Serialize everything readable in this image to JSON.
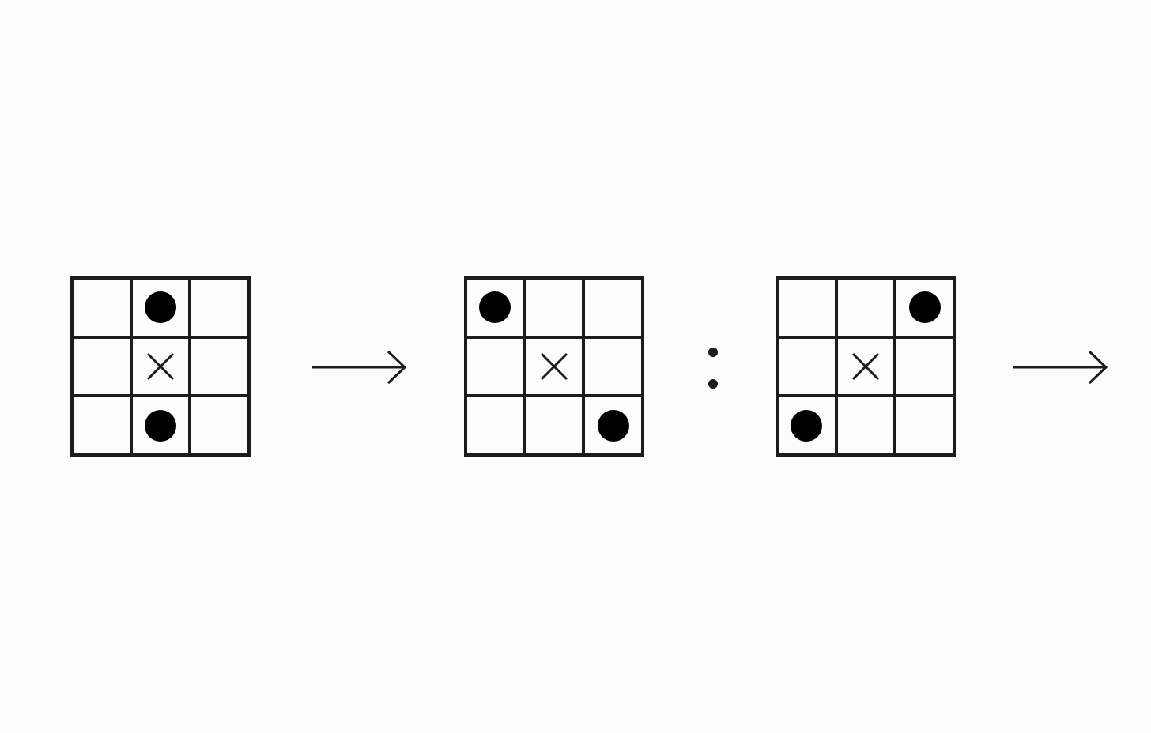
{
  "panels": [
    {
      "id": "panel-1",
      "cells": [
        "",
        "dot",
        "",
        "",
        "cross",
        "",
        "",
        "dot",
        ""
      ]
    },
    {
      "id": "panel-2",
      "cells": [
        "dot",
        "",
        "",
        "",
        "cross",
        "",
        "",
        "",
        "dot"
      ]
    },
    {
      "id": "panel-3",
      "cells": [
        "",
        "",
        "dot",
        "",
        "cross",
        "",
        "dot",
        "",
        ""
      ]
    }
  ],
  "colors": {
    "line": "#1c1c1c",
    "dot": "#000000",
    "background": "#fcfcfc"
  },
  "connectors": [
    "right-arrow-icon",
    "analogy-colon",
    "right-arrow-icon"
  ]
}
